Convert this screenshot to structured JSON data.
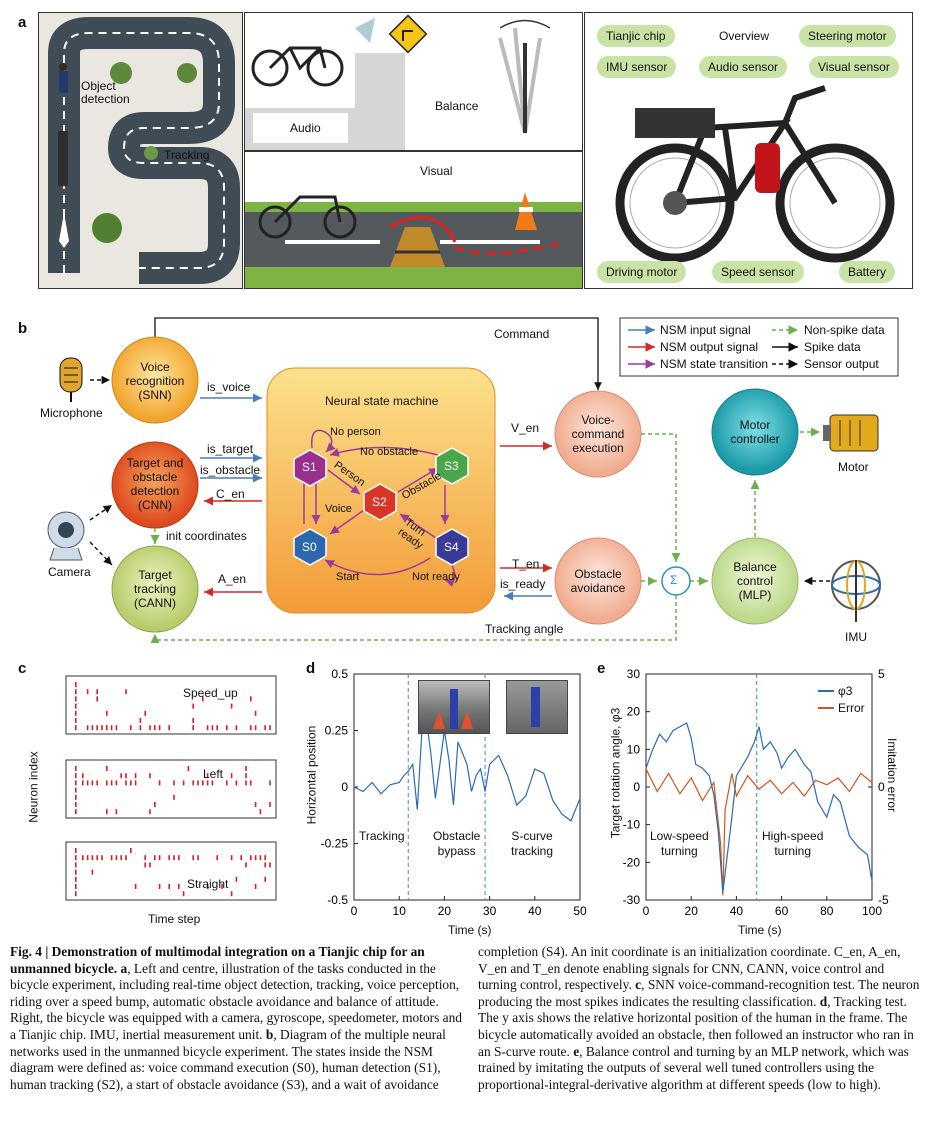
{
  "panels": {
    "a": "a",
    "b": "b",
    "c": "c",
    "d": "d",
    "e": "e"
  },
  "panel_a": {
    "track_labels": {
      "object_detection_1": "Object",
      "object_detection_2": "detection",
      "tracking": "Tracking"
    },
    "audio": "Audio",
    "balance": "Balance",
    "visual": "Visual",
    "overview": "Overview",
    "parts": {
      "tianjic_chip": "Tianjic chip",
      "imu_sensor": "IMU sensor",
      "audio_sensor": "Audio sensor",
      "steering_motor": "Steering motor",
      "visual_sensor": "Visual sensor",
      "driving_motor": "Driving motor",
      "speed_sensor": "Speed sensor",
      "battery": "Battery"
    }
  },
  "panel_b": {
    "command": "Command",
    "legend": {
      "nsm_input": "NSM input signal",
      "nsm_output": "NSM output signal",
      "nsm_state": "NSM state transition",
      "non_spike": "Non-spike data",
      "spike": "Spike data",
      "sensor": "Sensor output"
    },
    "microphone": "Microphone",
    "camera": "Camera",
    "motor": "Motor",
    "imu": "IMU",
    "voice_recognition": [
      "Voice",
      "recognition",
      "(SNN)"
    ],
    "target_detection": [
      "Target and",
      "obstacle",
      "detection",
      "(CNN)"
    ],
    "target_tracking": [
      "Target",
      "tracking",
      "(CANN)"
    ],
    "nsm_title": "Neural state machine",
    "states": {
      "s0": "S0",
      "s1": "S1",
      "s2": "S2",
      "s3": "S3",
      "s4": "S4"
    },
    "transitions": {
      "no_person": "No person",
      "no_obstacle": "No obstacle",
      "person": "Person",
      "obstacle": "Obstacle",
      "voice": "Voice",
      "turn_ready_1": "Turn",
      "turn_ready_2": "ready",
      "start": "Start",
      "not_ready": "Not ready"
    },
    "signals": {
      "is_voice": "is_voice",
      "is_target": "is_target",
      "is_obstacle": "is_obstacle",
      "c_en": "C_en",
      "init_coordinates": "init coordinates",
      "a_en": "A_en",
      "v_en": "V_en",
      "t_en": "T_en",
      "is_ready": "is_ready",
      "tracking_angle": "Tracking angle",
      "sigma": "Σ"
    },
    "voice_command": [
      "Voice-",
      "command",
      "execution"
    ],
    "obstacle_avoidance": [
      "Obstacle",
      "avoidance"
    ],
    "motor_controller": [
      "Motor",
      "controller"
    ],
    "balance_control": [
      "Balance",
      "control",
      "(MLP)"
    ]
  },
  "panel_c": {
    "ylabel": "Neuron index",
    "xlabel": "Time step",
    "rows": [
      "Speed_up",
      "Left",
      "Straight"
    ]
  },
  "panel_d": {
    "xlabel": "Time (s)",
    "ylabel": "Horizontal position",
    "yticks": [
      "0.5",
      "0.25",
      "0",
      "-0.25",
      "-0.5"
    ],
    "xticks": [
      "0",
      "10",
      "20",
      "30",
      "40",
      "50"
    ],
    "segments": [
      [
        "Tracking"
      ],
      [
        "Obstacle",
        "bypass"
      ],
      [
        "S-curve",
        "tracking"
      ]
    ]
  },
  "panel_e": {
    "xlabel": "Time (s)",
    "ylabel": "Target rotation angle, φ3",
    "y2label": "Imitation error",
    "yticks": [
      "30",
      "20",
      "10",
      "0",
      "-10",
      "-20",
      "-30"
    ],
    "y2ticks": [
      "5",
      "0",
      "-5"
    ],
    "xticks": [
      "0",
      "20",
      "40",
      "60",
      "80",
      "100"
    ],
    "legend": [
      "φ3",
      "Error"
    ],
    "segments": [
      [
        "Low-speed",
        "turning"
      ],
      [
        "High-speed",
        "turning"
      ]
    ],
    "colors": {
      "phi": "#2b6cb0",
      "error": "#d2541c"
    }
  },
  "chart_data": [
    {
      "type": "scatter",
      "title": "",
      "xlabel": "Time step",
      "ylabel": "Neuron index",
      "series": [
        {
          "name": "Speed_up"
        },
        {
          "name": "Left"
        },
        {
          "name": "Straight"
        }
      ]
    },
    {
      "type": "line",
      "xlabel": "Time (s)",
      "ylabel": "Horizontal position",
      "xlim": [
        0,
        50
      ],
      "ylim": [
        -0.5,
        0.5
      ],
      "series": [
        {
          "x": [
            0,
            2,
            4,
            6,
            8,
            10,
            11,
            12,
            13,
            14,
            15,
            16,
            17,
            18,
            19,
            20,
            21,
            22,
            23,
            24,
            25,
            26,
            27,
            28,
            29,
            30,
            32,
            34,
            36,
            38,
            40,
            42,
            44,
            46,
            48,
            50
          ],
          "y": [
            0.0,
            -0.02,
            0.02,
            -0.03,
            0.01,
            0.02,
            0.05,
            0.07,
            0.1,
            -0.1,
            0.24,
            0.3,
            0.15,
            -0.05,
            0.1,
            0.25,
            0.12,
            -0.08,
            0.2,
            0.15,
            0.1,
            -0.02,
            0.05,
            0.08,
            -0.02,
            0.1,
            0.14,
            0.05,
            -0.08,
            -0.04,
            0.08,
            0.06,
            -0.06,
            -0.12,
            -0.15,
            -0.05
          ]
        }
      ],
      "annotations": [
        "Tracking",
        "Obstacle bypass",
        "S-curve tracking"
      ],
      "dividers": [
        12,
        29
      ]
    },
    {
      "type": "line",
      "xlabel": "Time (s)",
      "ylabel": "Target rotation angle, φ3",
      "y2label": "Imitation error",
      "xlim": [
        0,
        100
      ],
      "ylim": [
        -30,
        30
      ],
      "y2lim": [
        -5,
        5
      ],
      "series": [
        {
          "name": "φ3",
          "x": [
            0,
            3,
            6,
            9,
            12,
            15,
            18,
            20,
            22,
            25,
            28,
            30,
            32,
            34,
            36,
            38,
            40,
            42,
            45,
            48,
            50,
            52,
            55,
            58,
            60,
            63,
            66,
            70,
            73,
            76,
            80,
            83,
            86,
            90,
            94,
            98,
            100
          ],
          "y": [
            5,
            10,
            14,
            12,
            15,
            16,
            17,
            13,
            6,
            5,
            3,
            -2,
            -12,
            -28,
            -18,
            -8,
            3,
            5,
            8,
            12,
            16,
            10,
            12,
            9,
            5,
            8,
            10,
            6,
            4,
            -4,
            -8,
            -2,
            -4,
            -13,
            -16,
            -18,
            -25
          ]
        },
        {
          "name": "Error",
          "x": [
            0,
            5,
            10,
            15,
            20,
            25,
            30,
            33,
            34,
            35,
            38,
            40,
            45,
            50,
            55,
            60,
            65,
            70,
            75,
            80,
            85,
            90,
            95,
            100
          ],
          "y": [
            0.8,
            -0.2,
            0.6,
            -0.3,
            0.4,
            -0.6,
            0.2,
            -2.5,
            -4.8,
            -1.0,
            0.6,
            -0.4,
            0.5,
            -0.1,
            0.3,
            -0.3,
            0.2,
            -0.4,
            0.3,
            0.1,
            0.4,
            -0.2,
            0.6,
            0.2
          ]
        }
      ],
      "annotations": [
        "Low-speed turning",
        "High-speed turning"
      ],
      "dividers": [
        49
      ]
    }
  ],
  "caption": {
    "left": [
      {
        "b": "Fig. 4 | Demonstration of multimodal integration on a Tianjic chip for an unmanned bicycle.",
        "t": ""
      },
      {
        "b": "a",
        "t": ", Left and centre, illustration of the tasks conducted in the bicycle experiment, including real-time object detection, tracking, voice perception, riding over a speed bump, automatic obstacle avoidance and balance of attitude. Right, the bicycle was equipped with a camera, gyroscope, speedometer, motors and a Tianjic chip. IMU, inertial measurement unit. "
      },
      {
        "b": "b",
        "t": ", Diagram of the multiple neural networks used in the unmanned bicycle experiment. The states inside the NSM diagram were defined as: voice command execution (S0), human detection (S1), human tracking (S2), a start of obstacle avoidance (S3), and a wait of avoidance"
      }
    ],
    "right": [
      {
        "b": "",
        "t": "completion (S4). An init coordinate is an initialization coordinate. C_en, A_en, V_en and T_en denote enabling signals for CNN, CANN, voice control and turning control, respectively. "
      },
      {
        "b": "c",
        "t": ", SNN voice-command-recognition test. The neuron producing the most spikes indicates the resulting classification. "
      },
      {
        "b": "d",
        "t": ", Tracking test. The y axis shows the relative horizontal position of the human in the frame. The bicycle automatically avoided an obstacle, then followed an instructor who ran in an S-curve route. "
      },
      {
        "b": "e",
        "t": ", Balance control and turning by an MLP network, which was trained by imitating the outputs of several well tuned controllers using the proportional-integral-derivative algorithm at different speeds (low to high)."
      }
    ]
  }
}
